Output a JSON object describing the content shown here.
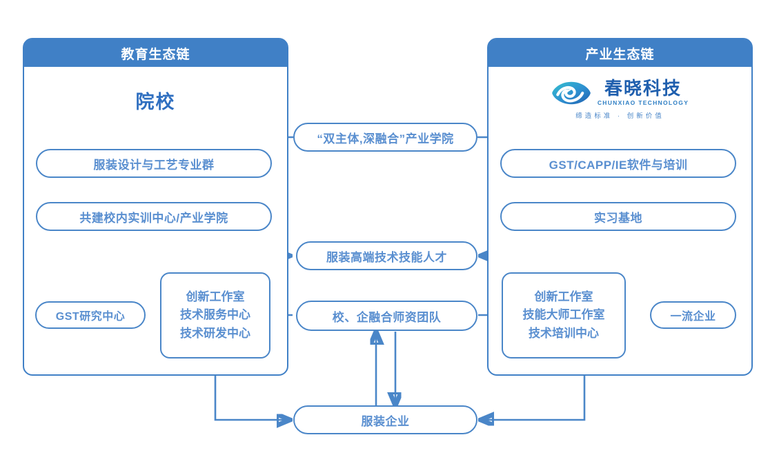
{
  "colors": {
    "header_blue": "#4080c6",
    "node_border": "#4a86c8",
    "node_text": "#5a8fd0",
    "title_blue": "#2f6fc0",
    "logo_blue": "#1f5fae"
  },
  "left_panel": {
    "header": "教育生态链",
    "title": "院校",
    "nodes": {
      "major_group": "服装设计与工艺专业群",
      "training_center": "共建校内实训中心/产业学院",
      "gst_center": "GST研究中心",
      "studio_box": [
        "创新工作室",
        "技术服务中心",
        "技术研发中心"
      ]
    }
  },
  "right_panel": {
    "header": "产业生态链",
    "logo": {
      "cn": "春晓科技",
      "en": "CHUNXIAO TECHNOLOGY",
      "slogan": "缔造标准 · 创新价值"
    },
    "nodes": {
      "software": "GST/CAPP/IE软件与培训",
      "practice_base": "实习基地",
      "top_enterprise": "一流企业",
      "studio_box": [
        "创新工作室",
        "技能大师工作室",
        "技术培训中心"
      ]
    }
  },
  "center_nodes": {
    "industry_college": "“双主体,深融合”产业学院",
    "talent": "服装高端技术技能人才",
    "faculty_team": "校、企融合师资团队",
    "apparel_enterprise": "服装企业"
  },
  "diagram": {
    "type": "flow",
    "edges": [
      {
        "from": "industry_college",
        "to": "major_group"
      },
      {
        "from": "industry_college",
        "to": "software"
      },
      {
        "from": "major_group",
        "to": "training_center"
      },
      {
        "from": "software",
        "to": "practice_base"
      },
      {
        "from": "training_center",
        "to": "talent"
      },
      {
        "from": "practice_base",
        "to": "talent"
      },
      {
        "from": "gst_center",
        "to": "left_studio_box"
      },
      {
        "from": "faculty_team",
        "to": "left_studio_box"
      },
      {
        "from": "faculty_team",
        "to": "right_studio_box"
      },
      {
        "from": "top_enterprise",
        "to": "right_studio_box"
      },
      {
        "from": "left_studio_box",
        "to": "apparel_enterprise"
      },
      {
        "from": "right_studio_box",
        "to": "apparel_enterprise"
      },
      {
        "from": "apparel_enterprise",
        "to": "faculty_team"
      },
      {
        "from": "faculty_team",
        "to": "apparel_enterprise"
      }
    ]
  }
}
